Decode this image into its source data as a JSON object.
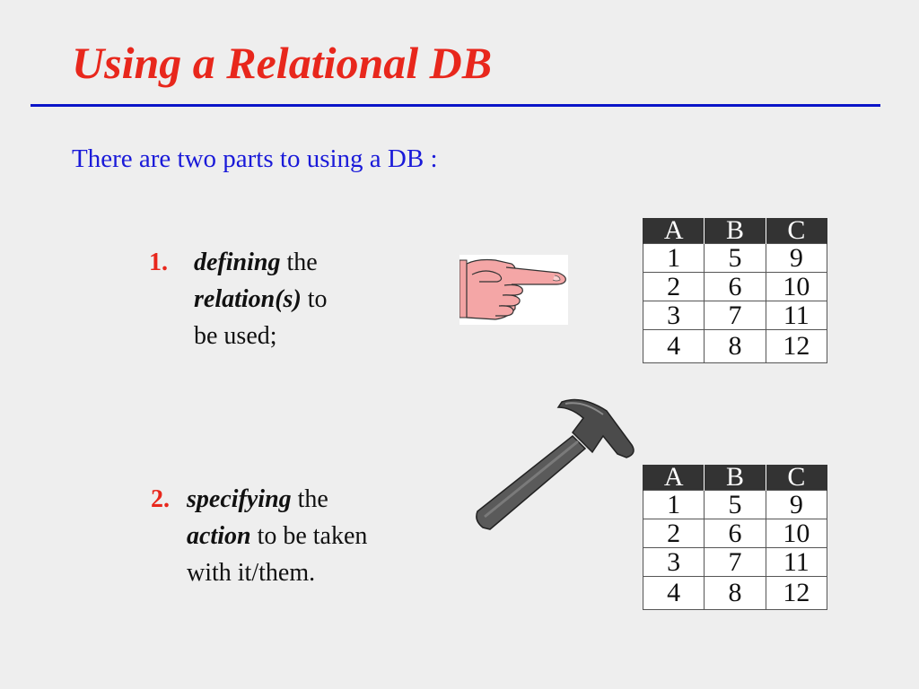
{
  "slide": {
    "title": "Using a Relational DB",
    "intro": "There are two parts to using a DB :"
  },
  "items": [
    {
      "number": "1.",
      "em1": "defining",
      "text1": " the",
      "em2": "relation(s)",
      "text2": " to",
      "text3": "be used;"
    },
    {
      "number": "2.",
      "em1": "specifying",
      "text1": " the",
      "em2": "action",
      "text2": " to be taken",
      "text3": "with it/them."
    }
  ],
  "tables": [
    {
      "headers": [
        "A",
        "B",
        "C"
      ],
      "rows": [
        [
          "1",
          "5",
          "9"
        ],
        [
          "2",
          "6",
          "10"
        ],
        [
          "3",
          "7",
          "11"
        ],
        [
          "4",
          "8",
          "12"
        ]
      ]
    },
    {
      "headers": [
        "A",
        "B",
        "C"
      ],
      "rows": [
        [
          "1",
          "5",
          "9"
        ],
        [
          "2",
          "6",
          "10"
        ],
        [
          "3",
          "7",
          "11"
        ],
        [
          "4",
          "8",
          "12"
        ]
      ]
    }
  ],
  "icons": {
    "hand": "pointing-hand-icon",
    "hammer": "hammer-icon"
  },
  "colors": {
    "title": "#e8271c",
    "rule": "#0a14c8",
    "intro": "#1a1ad9",
    "table_header": "#333333",
    "background": "#eeeeee"
  }
}
